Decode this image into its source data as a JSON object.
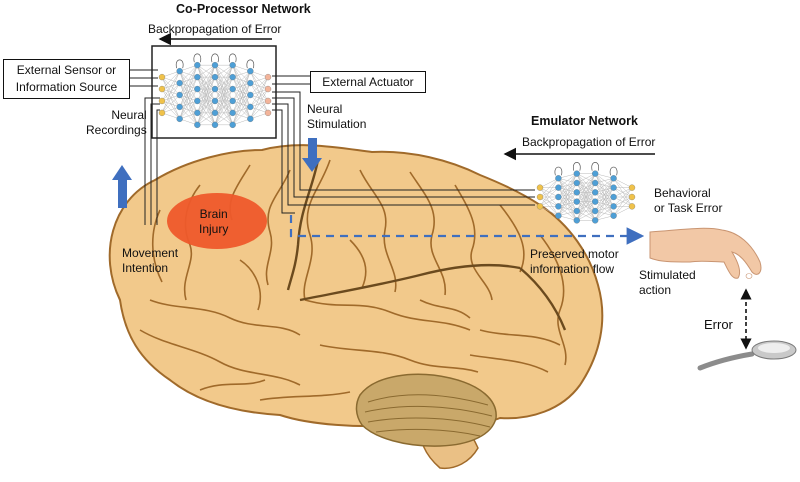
{
  "colors": {
    "brain_fill": "#f2c98b",
    "brain_stroke": "#a06a2a",
    "injury": "#ee5a2b",
    "node_blue": "#4e9fd6",
    "node_gold": "#f0c24a",
    "node_peach": "#f3b49a",
    "arrow_blue": "#3f6fbf",
    "dashed_flow": "#3f6fbf",
    "cerebellum": "#c9a86a"
  },
  "coprocessor": {
    "title": "Co-Processor Network",
    "backprop": "Backpropagation of Error"
  },
  "emulator": {
    "title": "Emulator Network",
    "backprop": "Backpropagation of Error"
  },
  "labels": {
    "external_sensor_line1": "External Sensor or",
    "external_sensor_line2": "Information Source",
    "external_actuator": "External Actuator",
    "neural_recordings_line1": "Neural",
    "neural_recordings_line2": "Recordings",
    "neural_stimulation_line1": "Neural",
    "neural_stimulation_line2": "Stimulation",
    "behavioral_line1": "Behavioral",
    "behavioral_line2": "or Task Error",
    "brain_injury_line1": "Brain",
    "brain_injury_line2": "Injury",
    "movement_line1": "Movement",
    "movement_line2": "Intention",
    "preserved_line1": "Preserved motor",
    "preserved_line2": "information flow",
    "stimulated_line1": "Stimulated",
    "stimulated_line2": "action",
    "error": "Error"
  },
  "icons": {
    "hand": "hand-icon",
    "spoon": "spoon-icon",
    "network": "neural-network-icon"
  }
}
